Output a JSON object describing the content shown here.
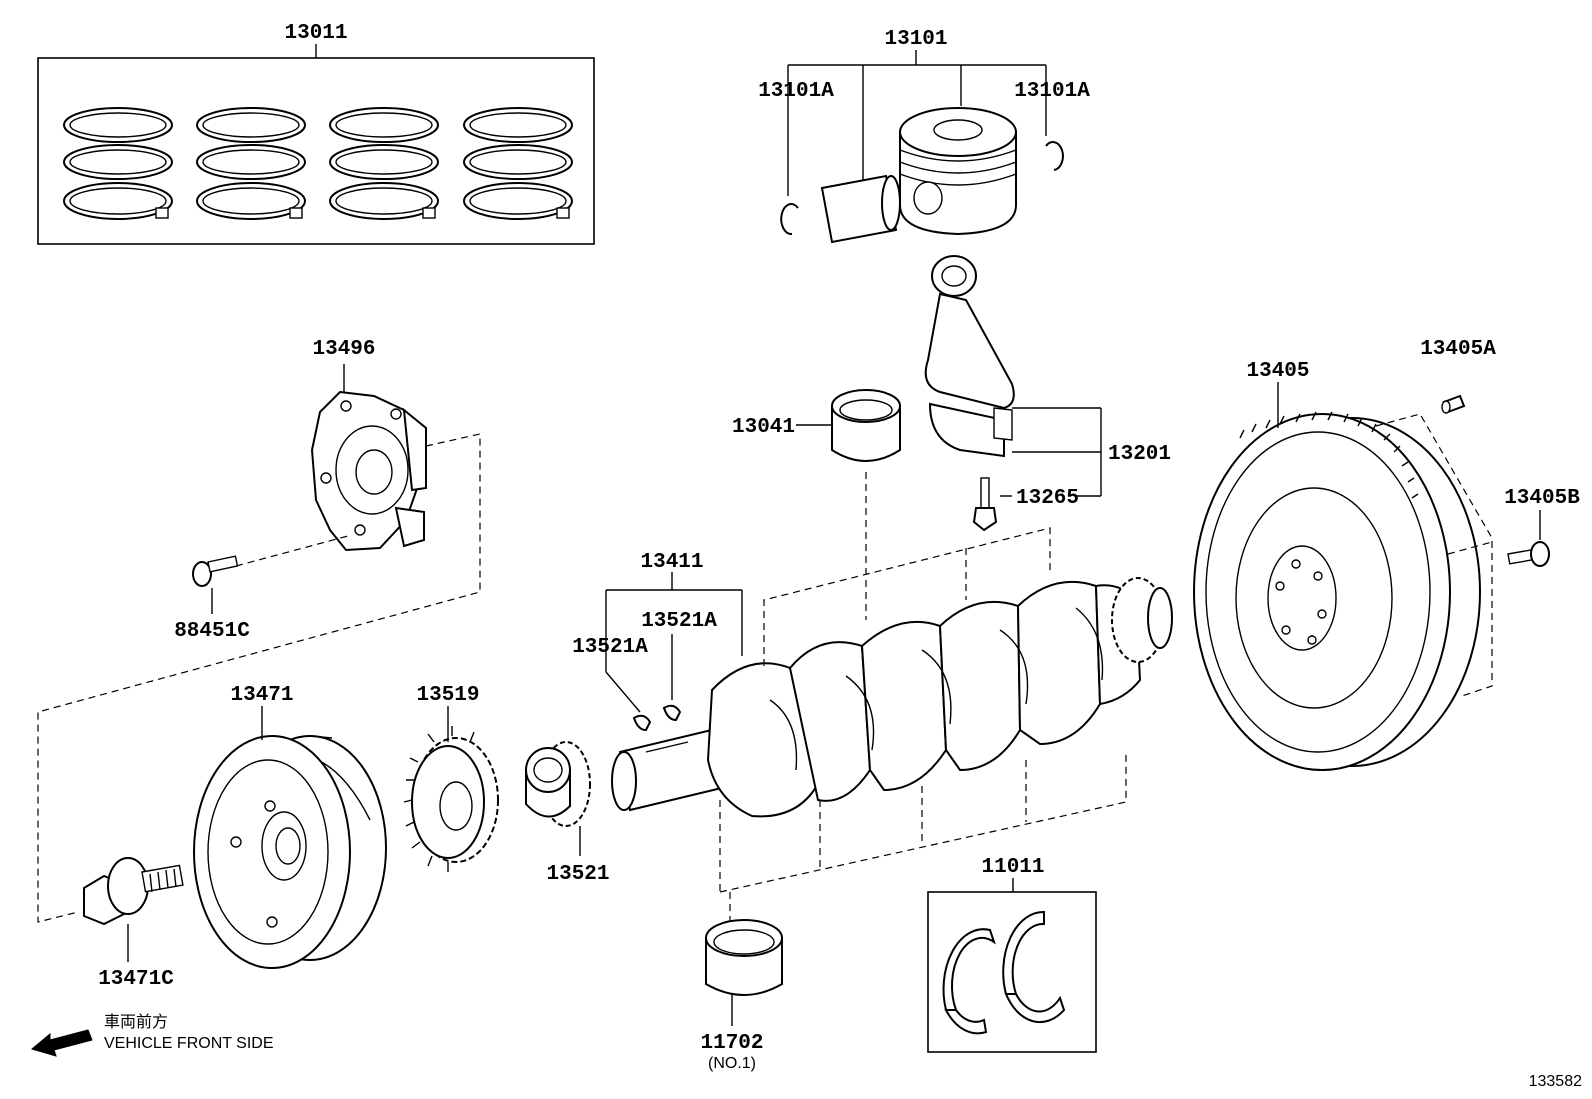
{
  "labels": {
    "p13011": "13011",
    "p13101": "13101",
    "p13101A_left": "13101A",
    "p13101A_right": "13101A",
    "p13496": "13496",
    "p88451C": "88451C",
    "p13041": "13041",
    "p13201": "13201",
    "p13265": "13265",
    "p13405": "13405",
    "p13405A": "13405A",
    "p13405B": "13405B",
    "p13411": "13411",
    "p13521A_upper": "13521A",
    "p13521A_lower": "13521A",
    "p13471": "13471",
    "p13519": "13519",
    "p13521": "13521",
    "p13471C": "13471C",
    "p11011": "11011",
    "p11702": "11702",
    "p11702_note": "(NO.1)"
  },
  "direction": {
    "jp": "車両前方",
    "en": "VEHICLE FRONT SIDE",
    "icon": "arrow-left-icon"
  },
  "diagram_id": "133582"
}
